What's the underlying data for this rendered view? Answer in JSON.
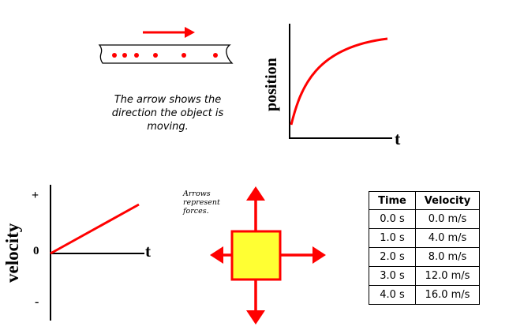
{
  "colors": {
    "accent": "#ff0000",
    "force_box_fill": "#ffff33",
    "ink": "#000000"
  },
  "panel_motion": {
    "caption_lines": [
      "The arrow shows the",
      "direction the object is",
      "moving."
    ]
  },
  "panel_position_graph": {
    "y_label": "position",
    "x_label": "t",
    "curve": "increasing, concave down"
  },
  "panel_velocity_graph": {
    "y_label": "velocity",
    "x_label": "t",
    "plus_label": "+",
    "zero_label": "0",
    "minus_label": "-",
    "line": "straight, increasing from 0"
  },
  "panel_forces": {
    "note_lines": [
      "Arrows",
      "represent",
      "forces."
    ],
    "arrow_directions": [
      "up",
      "down",
      "left",
      "right"
    ]
  },
  "table": {
    "headers": [
      "Time",
      "Velocity"
    ],
    "rows": [
      [
        "0.0 s",
        "0.0 m/s"
      ],
      [
        "1.0 s",
        "4.0 m/s"
      ],
      [
        "2.0 s",
        "8.0 m/s"
      ],
      [
        "3.0 s",
        "12.0 m/s"
      ],
      [
        "4.0 s",
        "16.0 m/s"
      ]
    ]
  }
}
